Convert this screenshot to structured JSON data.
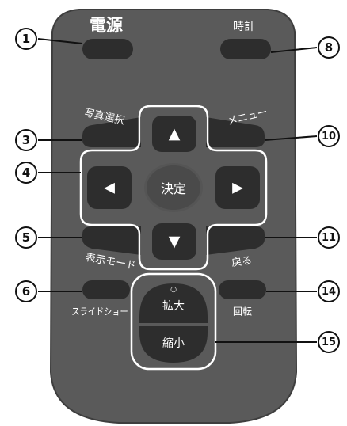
{
  "remote": {
    "body_color": "#5a5a5a",
    "button_color": "#2d2d2d",
    "labels": {
      "power": "電源",
      "clock": "時計",
      "photo_select": "写真選択",
      "menu": "メニュー",
      "enter": "決定",
      "display_mode": "表示モード",
      "back": "戻る",
      "slideshow": "スライドショー",
      "rotate": "回転",
      "zoom_in": "拡大",
      "zoom_out": "縮小",
      "zoom_dot": "○"
    },
    "arrows": {
      "up": "▲",
      "down": "▼",
      "left": "◀",
      "right": "▶"
    }
  },
  "callouts": {
    "c1": "1",
    "c3": "3",
    "c4": "4",
    "c5": "5",
    "c6": "6",
    "c8": "8",
    "c10": "10",
    "c11": "11",
    "c14": "14",
    "c15": "15"
  }
}
